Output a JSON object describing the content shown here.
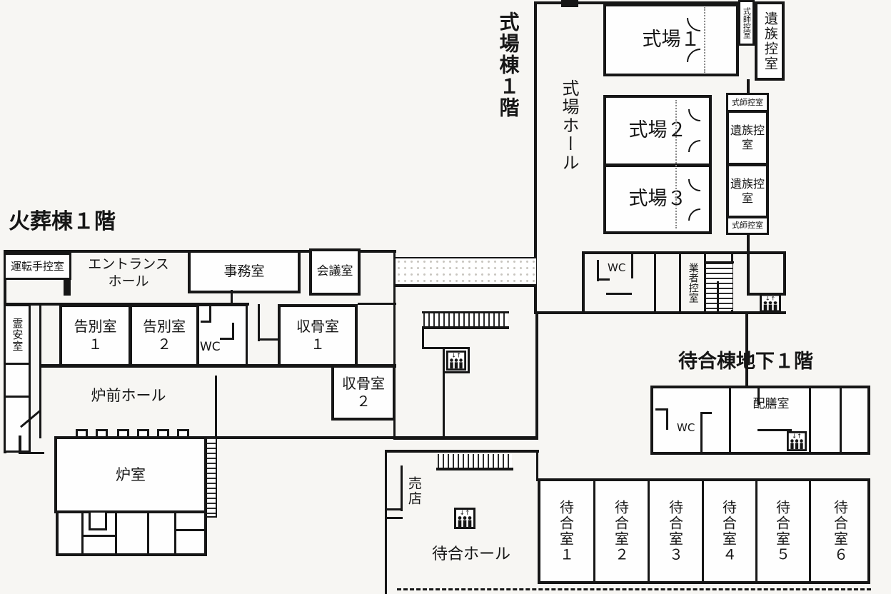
{
  "sections": {
    "kasou_label": "火葬棟１階",
    "shikijou_label": "式場棟１階",
    "machiai_label": "待合棟地下１階"
  },
  "rooms": {
    "untenshu": "運転手控室",
    "entrance_hall": "エントランス\nホール",
    "jimushitsu": "事務室",
    "kaigishitsu": "会議室",
    "reianshitsu": "霊安室",
    "kokubetsu1": "告別室\n１",
    "kokubetsu2": "告別室\n２",
    "wc": "WC",
    "shukotsu1": "収骨室\n１",
    "shukotsu2": "収骨室\n２",
    "rozen_hall": "炉前ホール",
    "roshitsu": "炉室",
    "shikijo1": "式場１",
    "shikijo2": "式場２",
    "shikijo3": "式場３",
    "shikijo_hall": "式場ホール",
    "shikishi": "式師控室",
    "izoku": "遺族控室",
    "gyosha": "業者控室",
    "haizen": "配膳室",
    "baiten": "売店",
    "machiai_hall": "待合ホール"
  },
  "machiai_rooms": [
    "待合室１",
    "待合室２",
    "待合室３",
    "待合室４",
    "待合室５",
    "待合室６"
  ],
  "icons": {
    "elevator_arrows": "↓↑"
  },
  "colors": {
    "line": "#161616",
    "background": "#f7f6f3"
  }
}
